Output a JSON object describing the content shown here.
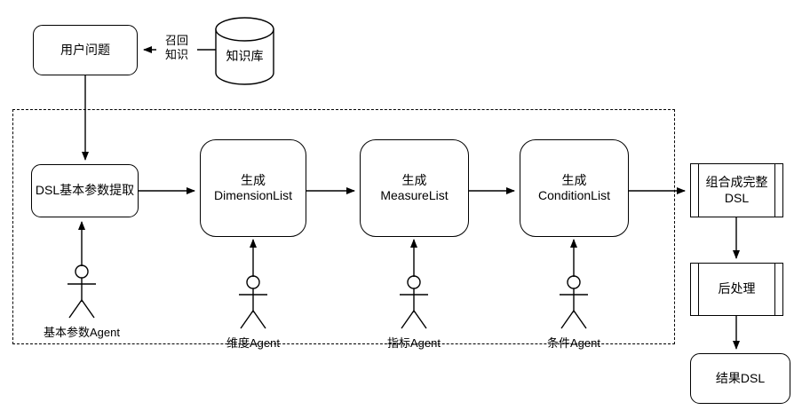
{
  "diagram": {
    "title": "DSL generation multi-agent pipeline",
    "nodes": {
      "user_question": "用户问题",
      "knowledge_base": "知识库",
      "dsl_param_extract": "DSL基本参数提取",
      "gen_dimension": "生成\nDimensionList",
      "gen_measure": "生成\nMeasureList",
      "gen_condition": "生成\nConditionList",
      "compose_dsl": "组合成完整\nDSL",
      "post_process": "后处理",
      "result_dsl": "结果DSL"
    },
    "edge_labels": {
      "recall_knowledge": "召回\n知识"
    },
    "actors": [
      {
        "label": "基本参数Agent"
      },
      {
        "label": "维度Agent"
      },
      {
        "label": "指标Agent"
      },
      {
        "label": "条件Agent"
      }
    ],
    "colors": {
      "stroke": "#000000",
      "fill": "#ffffff",
      "text": "#000000"
    }
  }
}
